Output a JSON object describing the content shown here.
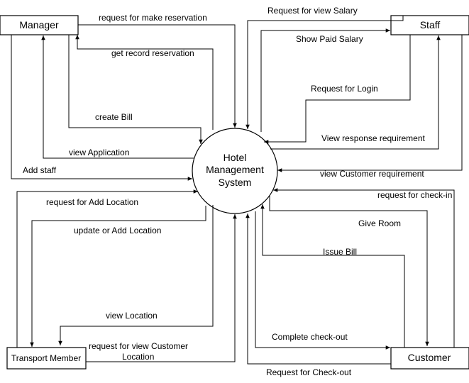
{
  "process": {
    "line1": "Hotel",
    "line2": "Management",
    "line3": "System"
  },
  "entities": {
    "manager": "Manager",
    "staff": "Staff",
    "transport": "Transport Member",
    "customer": "Customer"
  },
  "flows": {
    "request_make_reservation": "request for make reservation",
    "get_record_reservation": "get record reservation",
    "create_bill": "create Bill",
    "view_application": "view Application",
    "add_staff": "Add staff",
    "request_view_salary": "Request for view Salary",
    "show_paid_salary": "Show Paid Salary",
    "request_login": "Request for Login",
    "view_response_requirement": "View response requirement",
    "view_customer_requirement": "view Customer requirement",
    "request_add_location": "request for Add Location",
    "update_add_location": "update or Add Location",
    "view_location": "view Location",
    "request_view_customer_location_1": "request for view Customer",
    "request_view_customer_location_2": "Location",
    "request_check_in": "request for check-in",
    "give_room": "Give Room",
    "issue_bill": "Issue Bill",
    "complete_check_out": "Complete check-out",
    "request_check_out": "Request for Check-out"
  },
  "colors": {
    "stroke": "#000000",
    "background": "#ffffff"
  }
}
